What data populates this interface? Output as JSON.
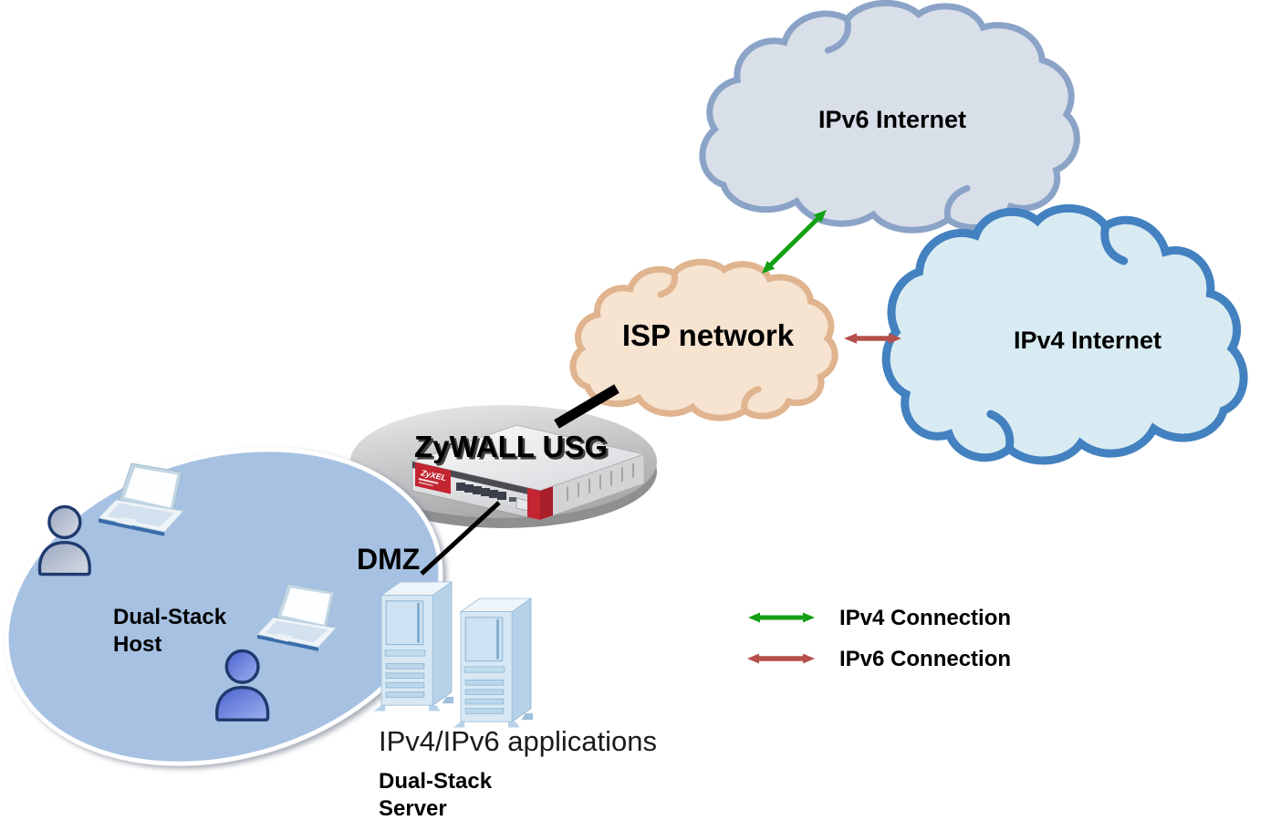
{
  "diagram": {
    "clouds": {
      "ipv6": {
        "label": "IPv6 Internet",
        "fill": "#d9dfe9",
        "border": "#8ba3c7"
      },
      "isp": {
        "label": "ISP network",
        "fill": "#f6e3d0",
        "border": "#e0b48e"
      },
      "ipv4": {
        "label": "IPv4 Internet",
        "fill": "#d9ebf2",
        "border": "#4381c0"
      }
    },
    "device": {
      "label": "ZyWALL USG",
      "brand": "ZyXEL",
      "label_color": "#e8191c"
    },
    "zones": {
      "dmz": {
        "label": "DMZ"
      },
      "host": {
        "lines": [
          "Dual-Stack",
          "Host"
        ],
        "fill": "#a6c1e2"
      },
      "server": {
        "caption": "IPv4/IPv6 applications",
        "lines": [
          "Dual-Stack",
          "Server"
        ]
      }
    },
    "connections": {
      "ipv6_link_color": "#14a014",
      "ipv4_link_color": "#b5504c"
    },
    "legend": {
      "items": [
        {
          "label": "IPv4 Connection",
          "color": "#14a014"
        },
        {
          "label": "IPv6 Connection",
          "color": "#b5504c"
        }
      ]
    }
  }
}
